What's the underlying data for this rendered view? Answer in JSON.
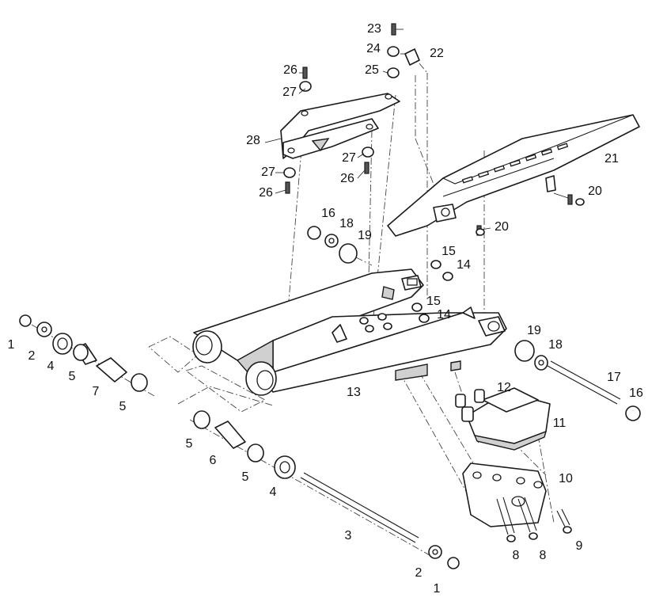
{
  "diagram": {
    "type": "exploded-parts-diagram",
    "callouts": [
      {
        "id": "c1a",
        "label": "1"
      },
      {
        "id": "c1b",
        "label": "1"
      },
      {
        "id": "c2a",
        "label": "2"
      },
      {
        "id": "c2b",
        "label": "2"
      },
      {
        "id": "c3",
        "label": "3"
      },
      {
        "id": "c4a",
        "label": "4"
      },
      {
        "id": "c4b",
        "label": "4"
      },
      {
        "id": "c5a",
        "label": "5"
      },
      {
        "id": "c5b",
        "label": "5"
      },
      {
        "id": "c5c",
        "label": "5"
      },
      {
        "id": "c5d",
        "label": "5"
      },
      {
        "id": "c6",
        "label": "6"
      },
      {
        "id": "c7",
        "label": "7"
      },
      {
        "id": "c8a",
        "label": "8"
      },
      {
        "id": "c8b",
        "label": "8"
      },
      {
        "id": "c9",
        "label": "9"
      },
      {
        "id": "c10",
        "label": "10"
      },
      {
        "id": "c11",
        "label": "11"
      },
      {
        "id": "c12",
        "label": "12"
      },
      {
        "id": "c13",
        "label": "13"
      },
      {
        "id": "c14a",
        "label": "14"
      },
      {
        "id": "c14b",
        "label": "14"
      },
      {
        "id": "c15a",
        "label": "15"
      },
      {
        "id": "c15b",
        "label": "15"
      },
      {
        "id": "c16a",
        "label": "16"
      },
      {
        "id": "c16b",
        "label": "16"
      },
      {
        "id": "c17",
        "label": "17"
      },
      {
        "id": "c18a",
        "label": "18"
      },
      {
        "id": "c18b",
        "label": "18"
      },
      {
        "id": "c19a",
        "label": "19"
      },
      {
        "id": "c19b",
        "label": "19"
      },
      {
        "id": "c20a",
        "label": "20"
      },
      {
        "id": "c20b",
        "label": "20"
      },
      {
        "id": "c21",
        "label": "21"
      },
      {
        "id": "c22",
        "label": "22"
      },
      {
        "id": "c23",
        "label": "23"
      },
      {
        "id": "c24",
        "label": "24"
      },
      {
        "id": "c25",
        "label": "25"
      },
      {
        "id": "c26a",
        "label": "26"
      },
      {
        "id": "c26b",
        "label": "26"
      },
      {
        "id": "c26c",
        "label": "26"
      },
      {
        "id": "c27a",
        "label": "27"
      },
      {
        "id": "c27b",
        "label": "27"
      },
      {
        "id": "c27c",
        "label": "27"
      },
      {
        "id": "c28",
        "label": "28"
      }
    ]
  }
}
